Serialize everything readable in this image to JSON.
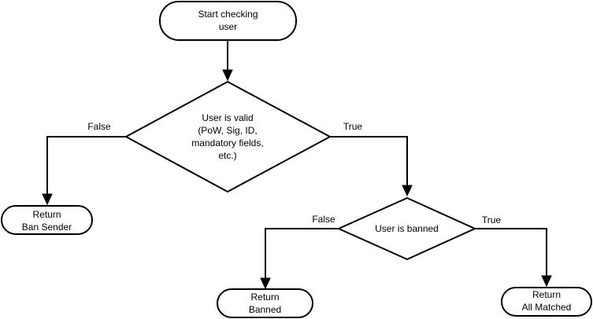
{
  "nodes": {
    "start": {
      "lines": [
        "Start checking",
        "user"
      ]
    },
    "valid": {
      "lines": [
        "User is valid",
        "(PoW, Sig, ID,",
        "mandatory fields,",
        "etc.)"
      ]
    },
    "ban_sender": {
      "lines": [
        "Return",
        "Ban Sender"
      ]
    },
    "banned_check": {
      "lines": [
        "User is banned"
      ]
    },
    "banned": {
      "lines": [
        "Return",
        "Banned"
      ]
    },
    "all_matched": {
      "lines": [
        "Return",
        "All Matched"
      ]
    }
  },
  "edges": {
    "valid_false": "False",
    "valid_true": "True",
    "banned_false": "False",
    "banned_true": "True"
  }
}
